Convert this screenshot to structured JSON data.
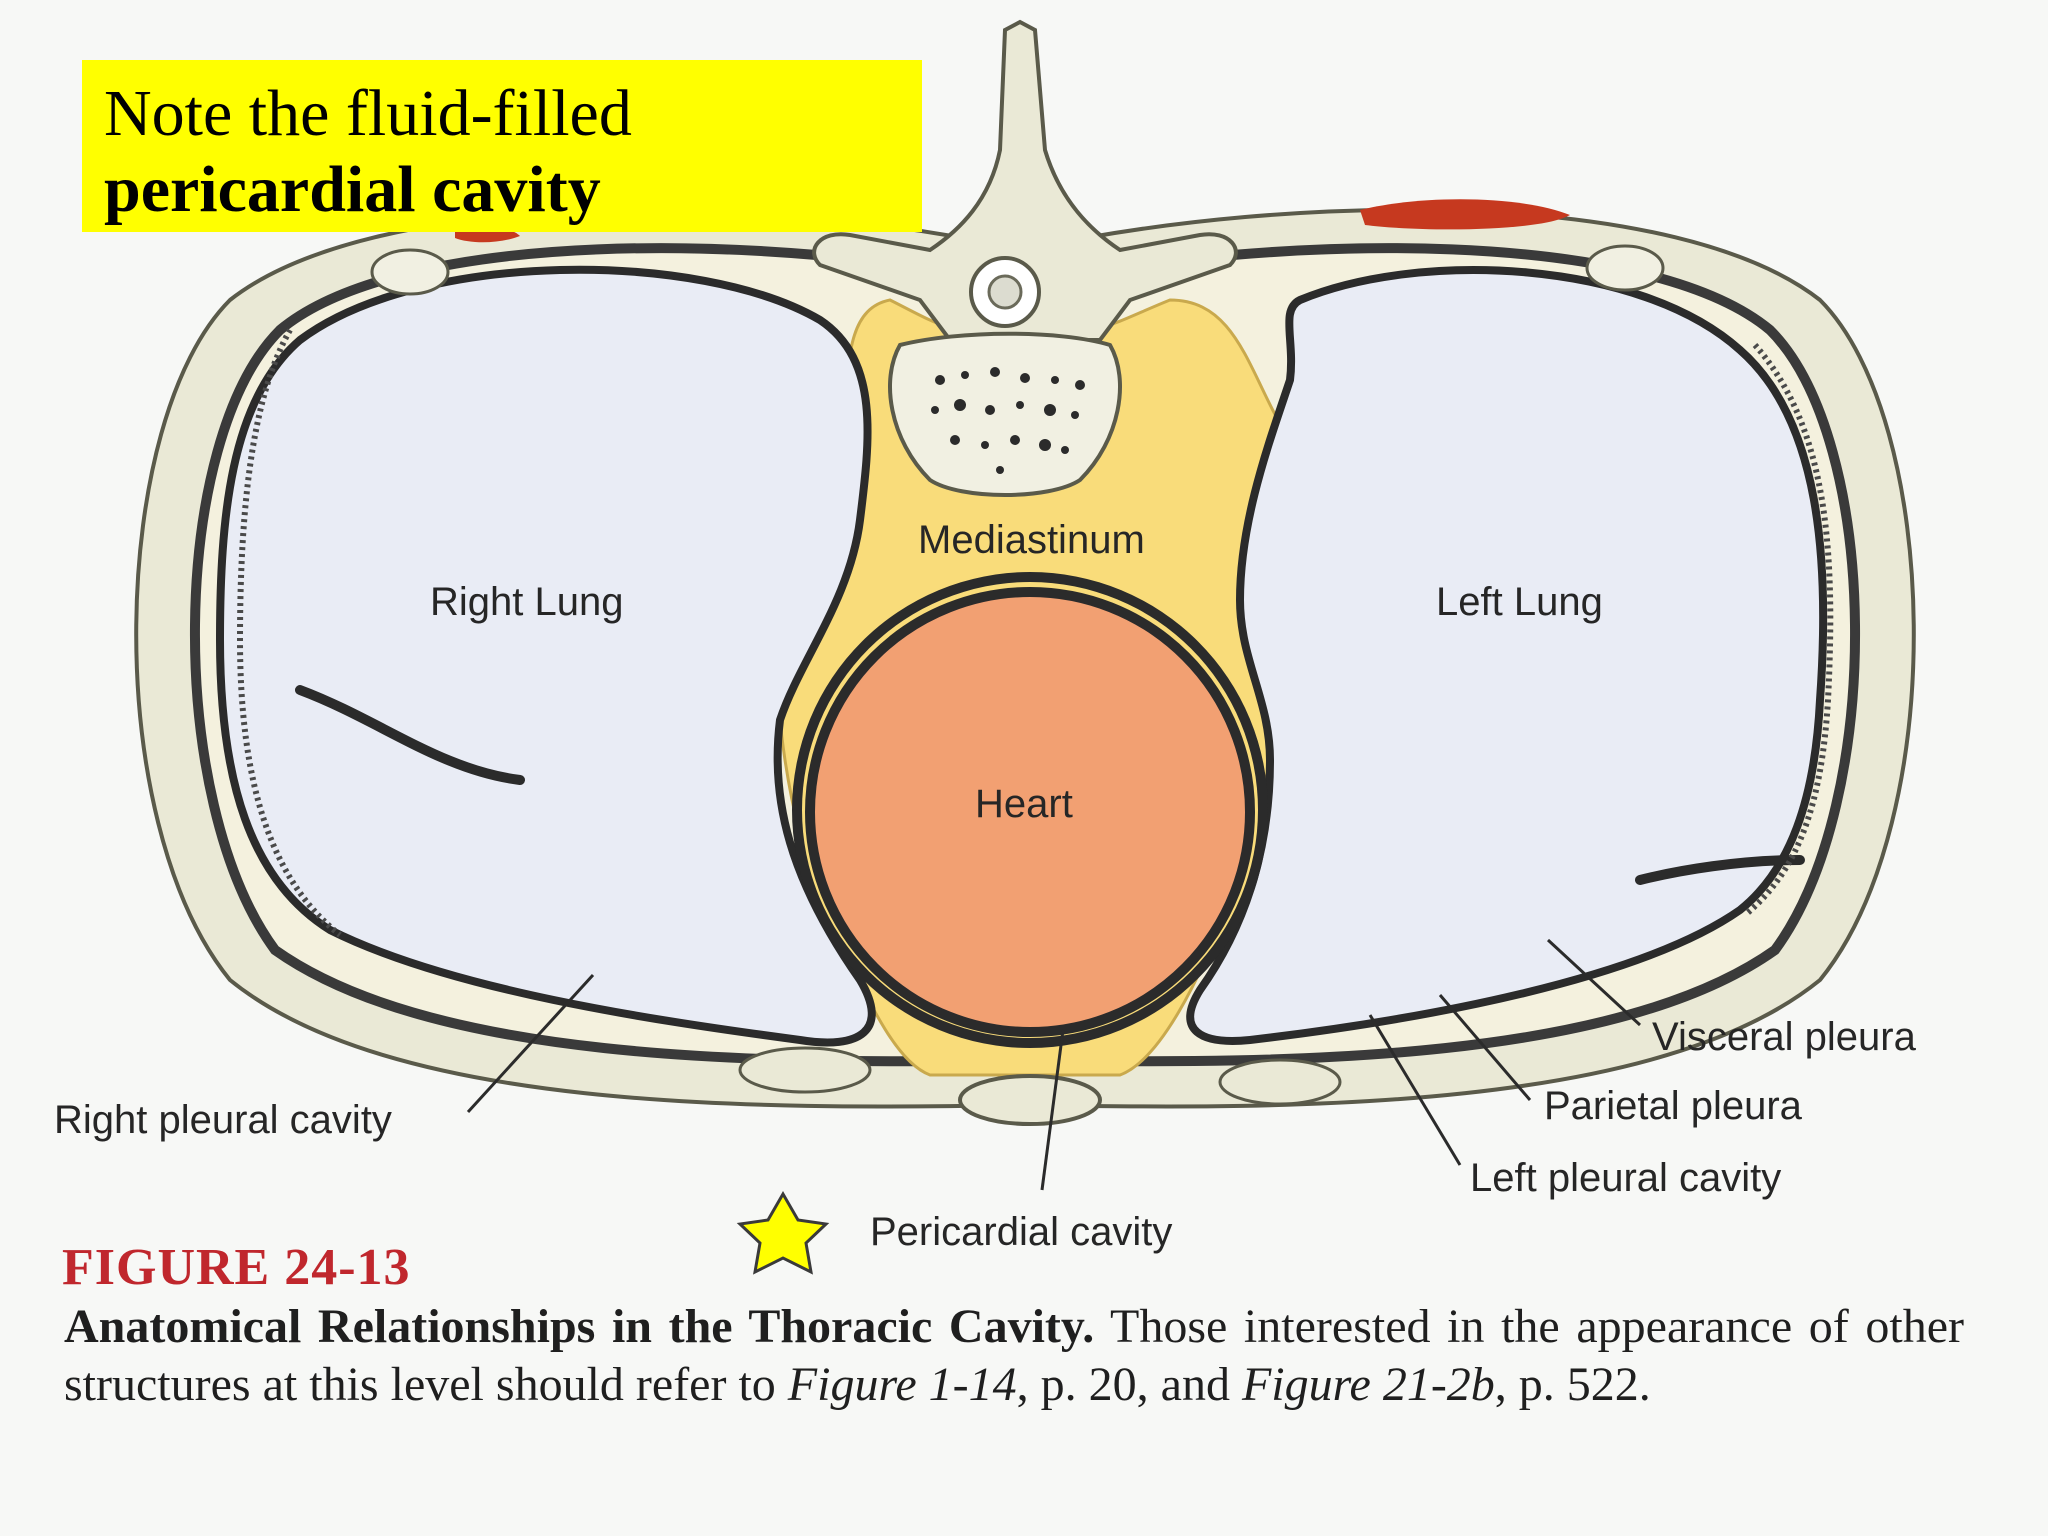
{
  "note": {
    "line1": "Note the fluid-filled",
    "line2": "pericardial cavity"
  },
  "labels": {
    "mediastinum": "Mediastinum",
    "right_lung": "Right Lung",
    "left_lung": "Left Lung",
    "heart": "Heart",
    "visceral_pleura": "Visceral pleura",
    "parietal_pleura": "Parietal pleura",
    "left_pleural_cavity": "Left pleural cavity",
    "right_pleural_cavity": "Right pleural cavity",
    "pericardial_cavity": "Pericardial cavity"
  },
  "figure": {
    "number": "FIGURE 24-13",
    "title": "Anatomical Relationships in the Thoracic Cavity.",
    "text1": " Those interested in the appearance of other structures at this level should refer to ",
    "ref1": "Figure 1-14",
    "text2": ", p. 20, and ",
    "ref2": "Figure 21-2b",
    "text3": ", p. 522."
  },
  "colors": {
    "highlight": "#ffff00",
    "figure_number": "#c0272d",
    "heart": "#f2a072",
    "mediastinum": "#f9dc7a",
    "lung": "#e9ecf5",
    "bone": "#eae9d6",
    "star": "#ffff00"
  },
  "icons": {
    "star": "star-icon"
  }
}
